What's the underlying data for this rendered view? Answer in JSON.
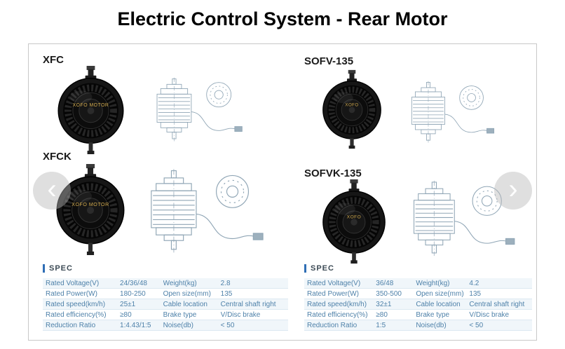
{
  "title": "Electric Control System - Rear Motor",
  "carousel": {
    "prev": "‹",
    "next": "›"
  },
  "products": {
    "xfc": {
      "name": "XFC",
      "brand": "XOFO MOTOR"
    },
    "xfck": {
      "name": "XFCK",
      "brand": "XOFO MOTOR"
    },
    "sofv": {
      "name": "SOFV-135",
      "brand": "XOFO"
    },
    "sofvk": {
      "name": "SOFVK-135",
      "brand": "XOFO"
    }
  },
  "spec_left": {
    "heading": "SPEC",
    "rows": [
      {
        "label1": "Rated Voltage(V)",
        "value1": "24/36/48",
        "label2": "Weight(kg)",
        "value2": "2.8"
      },
      {
        "label1": "Rated Power(W)",
        "value1": "180-250",
        "label2": "Open size(mm)",
        "value2": "135"
      },
      {
        "label1": "Rated speed(km/h)",
        "value1": "25±1",
        "label2": "Cable location",
        "value2": "Central shaft right"
      },
      {
        "label1": "Rated efficiency(%)",
        "value1": "≥80",
        "label2": "Brake type",
        "value2": "V/Disc brake"
      },
      {
        "label1": "Reduction Ratio",
        "value1": "1:4.43/1:5",
        "label2": "Noise(db)",
        "value2": "< 50"
      }
    ]
  },
  "spec_right": {
    "heading": "SPEC",
    "rows": [
      {
        "label1": "Rated Voltage(V)",
        "value1": "36/48",
        "label2": "Weight(kg)",
        "value2": "4.2"
      },
      {
        "label1": "Rated Power(W)",
        "value1": "350-500",
        "label2": "Open size(mm)",
        "value2": "135"
      },
      {
        "label1": "Rated speed(km/h)",
        "value1": "32±1",
        "label2": "Cable location",
        "value2": "Central shaft right"
      },
      {
        "label1": "Rated efficiency(%)",
        "value1": "≥80",
        "label2": "Brake type",
        "value2": "V/Disc brake"
      },
      {
        "label1": "Reduction Ratio",
        "value1": "1:5",
        "label2": "Noise(db)",
        "value2": "< 50"
      }
    ]
  }
}
